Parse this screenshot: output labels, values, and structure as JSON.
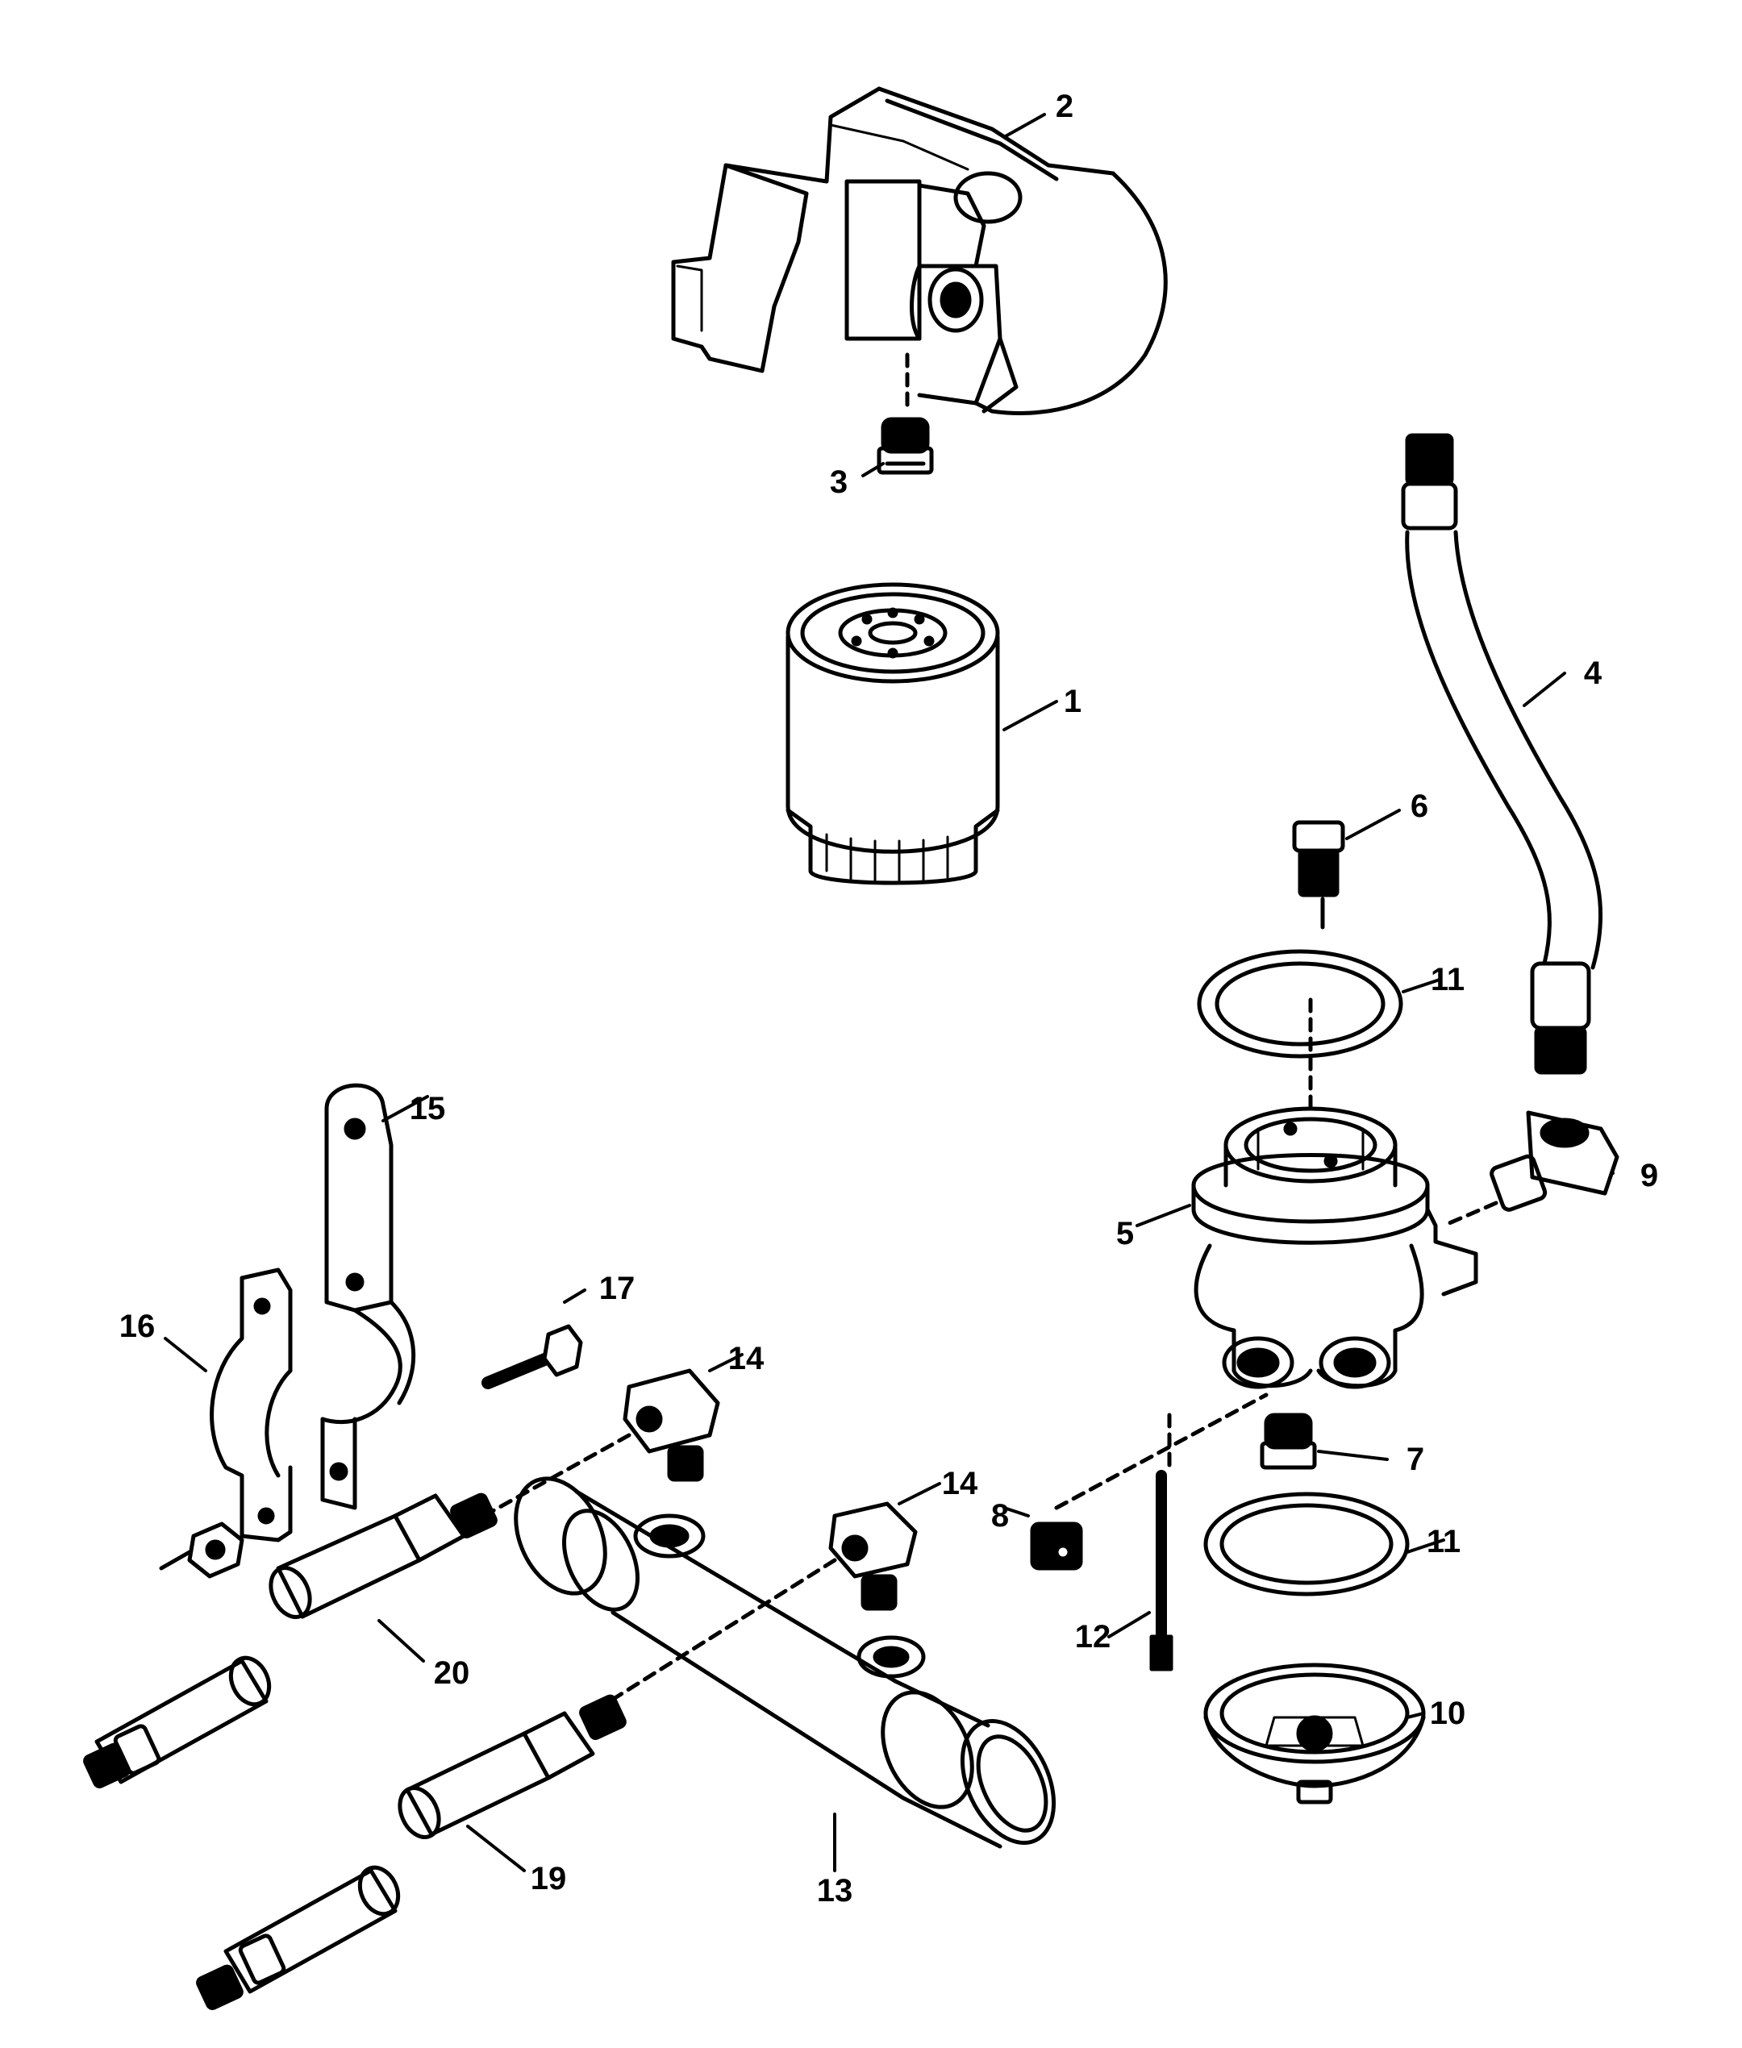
{
  "diagram": {
    "type": "exploded-parts-view",
    "colors": {
      "ink": "#000000",
      "paper": "#ffffff"
    },
    "callouts": [
      {
        "id": "c1",
        "label": "1",
        "part": "oil-filter"
      },
      {
        "id": "c2",
        "label": "2",
        "part": "filter-adapter-housing"
      },
      {
        "id": "c3",
        "label": "3",
        "part": "adapter-plug"
      },
      {
        "id": "c4",
        "label": "4",
        "part": "oil-hose"
      },
      {
        "id": "c5",
        "label": "5",
        "part": "filter-base"
      },
      {
        "id": "c6",
        "label": "6",
        "part": "check-valve"
      },
      {
        "id": "c7",
        "label": "7",
        "part": "base-plug"
      },
      {
        "id": "c8",
        "label": "8",
        "part": "pipe-plug"
      },
      {
        "id": "c9",
        "label": "9",
        "part": "elbow-fitting-right"
      },
      {
        "id": "c10",
        "label": "10",
        "part": "base-cover"
      },
      {
        "id": "c11a",
        "label": "11",
        "part": "o-ring-upper"
      },
      {
        "id": "c11b",
        "label": "11",
        "part": "o-ring-lower"
      },
      {
        "id": "c12",
        "label": "12",
        "part": "through-bolt"
      },
      {
        "id": "c13",
        "label": "13",
        "part": "oil-cooler"
      },
      {
        "id": "c14a",
        "label": "14",
        "part": "elbow-fitting-upper"
      },
      {
        "id": "c14b",
        "label": "14",
        "part": "elbow-fitting-lower"
      },
      {
        "id": "c15",
        "label": "15",
        "part": "mounting-bracket"
      },
      {
        "id": "c16",
        "label": "16",
        "part": "clamp"
      },
      {
        "id": "c17",
        "label": "17",
        "part": "screw"
      },
      {
        "id": "c19",
        "label": "19",
        "part": "hose-lower"
      },
      {
        "id": "c20",
        "label": "20",
        "part": "hose-upper"
      }
    ]
  }
}
